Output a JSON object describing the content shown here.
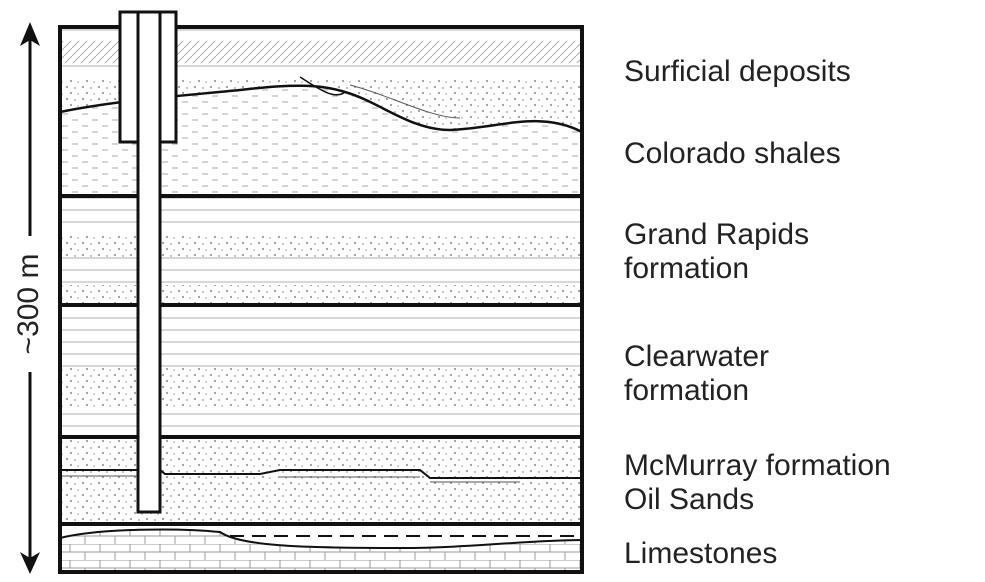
{
  "depth_indicator": {
    "label": "~300 m"
  },
  "layers": [
    {
      "id": "surficial",
      "lines": [
        "Surficial deposits"
      ]
    },
    {
      "id": "colorado",
      "lines": [
        "Colorado shales"
      ]
    },
    {
      "id": "grand-rapids",
      "lines": [
        "Grand Rapids",
        "formation"
      ]
    },
    {
      "id": "clearwater",
      "lines": [
        "Clearwater",
        "formation"
      ]
    },
    {
      "id": "mcmurray",
      "lines": [
        "McMurray formation",
        "Oil Sands"
      ]
    },
    {
      "id": "limestone",
      "lines": [
        "Limestones"
      ]
    }
  ],
  "colors": {
    "ink": "#111111",
    "fill": "#ffffff",
    "pattern": "#9a9a9a"
  }
}
